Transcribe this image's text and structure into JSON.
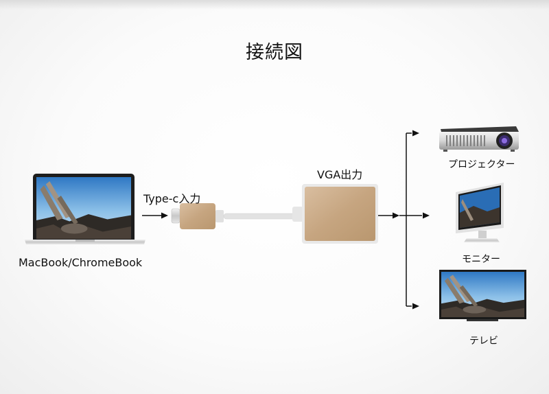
{
  "title": "接続図",
  "source": {
    "label": "MacBook/ChromeBook"
  },
  "input": {
    "label": "Type-c入力"
  },
  "adapter": {
    "label": "VGA出力"
  },
  "outputs": [
    {
      "label": "プロジェクター",
      "icon": "projector-icon"
    },
    {
      "label": "モニター",
      "icon": "monitor-icon"
    },
    {
      "label": "テレビ",
      "icon": "tv-icon"
    }
  ],
  "colors": {
    "adapter_gold": "#c9a986",
    "arrow": "#111111",
    "cable": "#e2e2e2"
  }
}
